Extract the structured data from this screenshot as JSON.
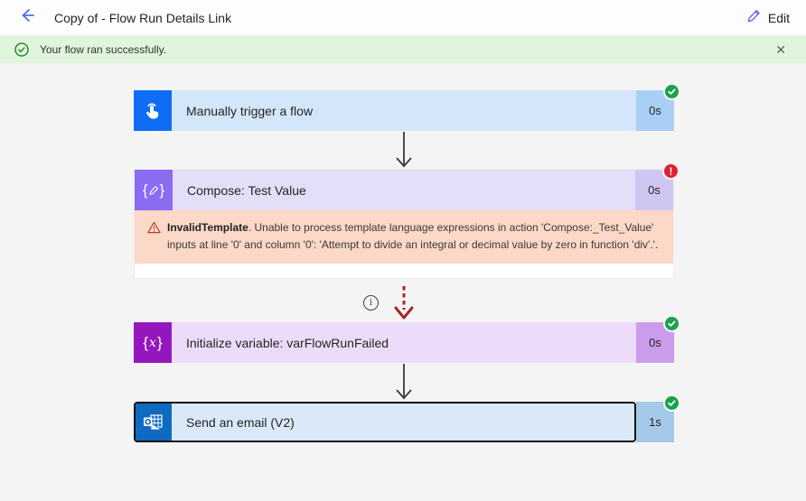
{
  "header": {
    "title": "Copy of - Flow Run Details Link",
    "edit_label": "Edit",
    "back_icon": "arrow-left",
    "edit_icon": "pencil"
  },
  "banner": {
    "message": "Your flow ran successfully.",
    "check_icon": "circle-check",
    "close_label": "✕"
  },
  "flow": {
    "steps": [
      {
        "label": "Manually trigger a flow",
        "duration": "0s",
        "status": "success",
        "icon": "hand-tap-icon"
      },
      {
        "label": "Compose: Test Value",
        "duration": "0s",
        "status": "error",
        "icon": "compose-braces-pencil-icon",
        "error": {
          "code": "InvalidTemplate",
          "message": ". Unable to process template language expressions in action 'Compose:_Test_Value' inputs at line '0' and column '0': 'Attempt to divide an integral or decimal value by zero in function 'div'.'."
        }
      },
      {
        "label": "Initialize variable: varFlowRunFailed",
        "duration": "0s",
        "status": "success",
        "icon": "variable-braces-x-icon"
      },
      {
        "label": "Send an email (V2)",
        "duration": "1s",
        "status": "success",
        "icon": "outlook-icon",
        "selected": true
      }
    ],
    "variable_glyph_open": "{",
    "variable_glyph_x": "x",
    "variable_glyph_close": "}",
    "compose_glyph_open": "{",
    "compose_glyph_close": "}",
    "error_badge_glyph": "!"
  },
  "colors": {
    "accent_blue": "#0f6cf5",
    "outlook_blue": "#0f6ac2",
    "compose_violet": "#8a6bf2",
    "variable_purple": "#9417be",
    "success_green": "#18a24b",
    "error_red": "#dd202f",
    "error_box_bg": "#fbd8c7",
    "banner_green_bg": "#dff6dd",
    "dashed_arrow_red": "#a4262c",
    "canvas_bg": "#f5f4f4"
  }
}
